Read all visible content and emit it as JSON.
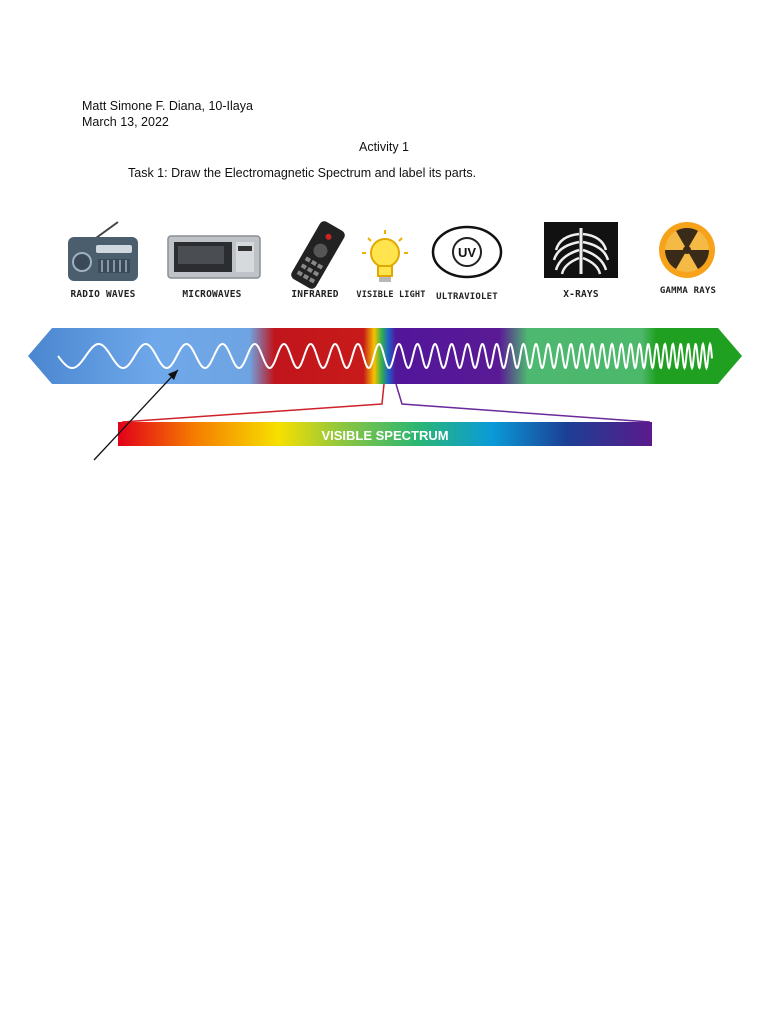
{
  "header": {
    "name_line": "Matt Simone F. Diana, 10-Ilaya",
    "date_line": "March 13, 2022"
  },
  "activity_title": "Activity 1",
  "task_text": "Task 1: Draw the Electromagnetic Spectrum and label its parts.",
  "spectrum": {
    "labels": {
      "radio": "RADIO WAVES",
      "micro": "MICROWAVES",
      "infrared": "INFRARED",
      "visible": "VISIBLE LIGHT",
      "uv": "ULTRAVIOLET",
      "xray": "X-RAYS",
      "gamma": "GAMMA RAYS"
    },
    "uv_badge": "UV",
    "visible_bar_label": "VISIBLE SPECTRUM"
  },
  "icons": [
    "radio-icon",
    "microwave-icon",
    "remote-control-icon",
    "light-bulb-icon",
    "uv-badge-icon",
    "xray-ribcage-icon",
    "radiation-icon"
  ],
  "colors": {
    "radio_band": "#5b95d6",
    "infrared_band": "#c0151c",
    "ultraviolet_band": "#52169a",
    "xray_band": "#4db870",
    "gamma_band": "#21a121"
  }
}
